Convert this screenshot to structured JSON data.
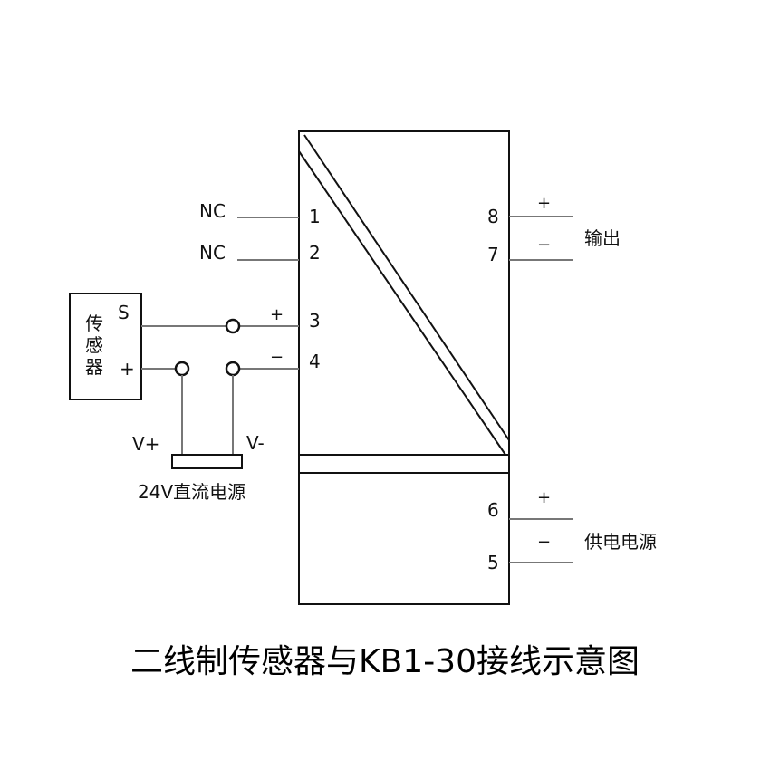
{
  "title": "二线制传感器与KB1-30接线示意图",
  "sensor": {
    "label_chars": [
      "传",
      "感",
      "器"
    ],
    "pin_s": "S",
    "pin_plus": "+"
  },
  "left_terminals": [
    {
      "number": "1",
      "label": "NC"
    },
    {
      "number": "2",
      "label": "NC"
    },
    {
      "number": "3",
      "polarity": "+"
    },
    {
      "number": "4",
      "polarity": "−"
    }
  ],
  "power_supply": {
    "v_plus": "V+",
    "v_minus": "V-",
    "label": "24V直流电源"
  },
  "output": {
    "label": "输出",
    "terminals": [
      {
        "number": "8",
        "polarity": "+"
      },
      {
        "number": "7",
        "polarity": "−"
      }
    ]
  },
  "supply": {
    "label": "供电电源",
    "terminals": [
      {
        "number": "6",
        "polarity": "+"
      },
      {
        "number": "5",
        "polarity": "−"
      }
    ]
  }
}
